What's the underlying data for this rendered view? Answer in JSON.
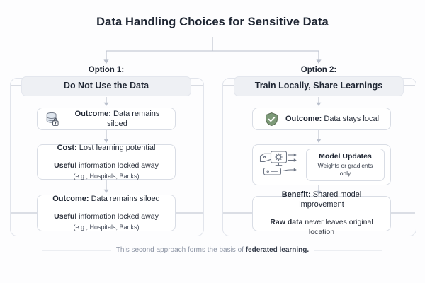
{
  "title": "Data Handling Choices for Sensitive Data",
  "theme": {
    "background": "#fdfdfe",
    "text": "#1f2633",
    "card_border": "#d9dde5",
    "frame_border": "#e2e5ec",
    "pill_fill": "#eef0f4",
    "connector": "#b9bfcc",
    "shield_green": "#7d9a78",
    "icon_stroke": "#6c7483",
    "db_fill": "#dfe6ee",
    "footer_text": "#8b93a3"
  },
  "options": [
    {
      "kicker": "Option 1:",
      "headline": "Do Not Use the Data",
      "cards": [
        {
          "icon": "database-lock-icon",
          "head_bold": "Outcome:",
          "head_rest": " Data remains siloed"
        },
        {
          "head_bold": "Cost:",
          "head_rest": " Lost learning potential",
          "divider": true,
          "sub_bold": "Useful",
          "sub_rest": " information locked away",
          "note": "(e.g., Hospitals, Banks)"
        },
        {
          "head_bold": "Outcome:",
          "head_rest": " Data remains siloed",
          "divider": true,
          "sub_bold": "Useful",
          "sub_rest": " information locked away",
          "note": "(e.g., Hospitals, Banks)"
        }
      ]
    },
    {
      "kicker": "Option 2:",
      "headline": "Train Locally, Share Learnings",
      "cards": [
        {
          "icon": "shield-check-icon",
          "head_bold": "Outcome:",
          "head_rest": " Data stays local"
        },
        {
          "icon": "devices-arrows-icon",
          "inner_title": "Model Updates",
          "inner_sub": "Weights or gradients only"
        },
        {
          "head_bold": "Benefit:",
          "head_rest": " Shared model improvement",
          "divider": true,
          "sub_bold": "Raw data",
          "sub_rest": " never leaves original location"
        }
      ]
    }
  ],
  "footer": {
    "lead": "This second approach forms the basis of ",
    "emphasis": "federated learning."
  }
}
